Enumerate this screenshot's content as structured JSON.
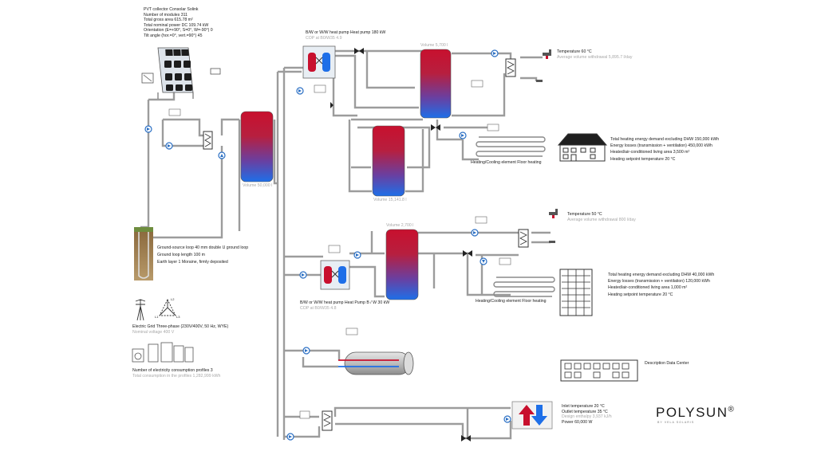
{
  "pvt": {
    "lines": [
      "PVT collector Consolar Solink",
      "Number of modules 311",
      "Total gross area 615.78 m²",
      "Total nominal power DC 109.74 kW",
      "Orientation (E=+90°, S=0°, W=-90°) 0",
      "Tilt angle (hor.=0°, vert.=90°) 45"
    ]
  },
  "hp1": {
    "title": "B/W or W/W heat pump Heat pump 180 kW",
    "sub": "COP at B0/W35 4.9"
  },
  "tank_main_label": "Volume 50,000 l",
  "tank_dhw1_label": "Volume 5,700 l",
  "tank_heat1_label": "Volume 15,141.8 l",
  "tank_b_label": "Volume 2,700 l",
  "dhw1": {
    "title": "Temperature 60 °C",
    "sub": "Average volume withdrawal 5,895.7 l/day"
  },
  "dhw2": {
    "title": "Temperature 50 °C",
    "sub": "Average volume withdrawal 800 l/day"
  },
  "floor1_label": "Heating/Cooling element Floor heating",
  "floor2_label": "Heating/Cooling element Floor heating",
  "building1": {
    "lines": [
      "Total heating energy demand excluding DHW 150,000 kWh",
      "Energy losses (transmission + ventilation) 450,000 kWh",
      "Heated/air-conditioned living area 3,500 m²",
      "Heating setpoint temperature 20 °C"
    ]
  },
  "building2": {
    "lines": [
      "Total heating energy demand excluding DHW 40,000 kWh",
      "Energy losses (transmission + ventilation) 120,000 kWh",
      "Heated/air-conditioned living area 1,000 m²",
      "Heating setpoint temperature 20 °C"
    ]
  },
  "ground": {
    "lines": [
      "Ground-source loop 40 mm double U ground loop",
      "Ground loop length 100 m",
      "Earth layer 1 Moraine, firmly deposited"
    ]
  },
  "hp2": {
    "title": "B/W or W/W heat pump Heat Pump B / W 30 kW",
    "sub": "COP at B0/W35 4.8"
  },
  "grid": {
    "title": "Electric Grid Three-phase (230V/400V, 50 Hz, WYE)",
    "sub": "Nominal voltage 400 V",
    "phases": [
      "L1",
      "L2",
      "L3"
    ]
  },
  "consumption": {
    "title": "Number of electricity consumption profiles 3",
    "sub": "Total consumption in the profiles 1,282,999 kWh"
  },
  "datacenter_label": "Description Data Center",
  "cooler": {
    "lines": [
      "Inlet temperature 20 °C",
      "Outlet temperature 35 °C"
    ],
    "sub": "Design enthalpy 3,937 kJ/h",
    "power": "Power 60,000 W"
  },
  "brand": {
    "name": "POLYSUN",
    "mark": "®",
    "sub": "BY VELA SOLARIS"
  },
  "colors": {
    "pipe": "#9a9a9a",
    "tank_hot": "#c8102e",
    "tank_cold": "#1e6fe8",
    "pump": "#4a8fd6"
  }
}
